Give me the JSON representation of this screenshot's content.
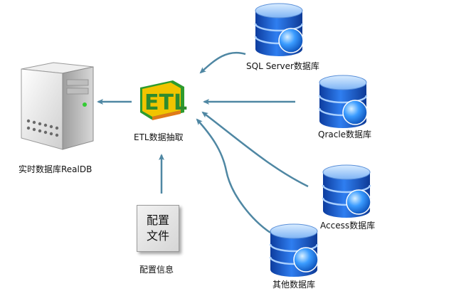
{
  "nodes": {
    "realdb": {
      "label": "实时数据库RealDB"
    },
    "etl": {
      "label": "ETL数据抽取",
      "logo_text": "ETL"
    },
    "config": {
      "line1": "配置",
      "line2": "文件",
      "caption": "配置信息"
    },
    "sources": [
      {
        "label": "SQL Server数据库"
      },
      {
        "label": "Qracle数据库"
      },
      {
        "label": "Access数据库"
      },
      {
        "label": "其他数据库"
      }
    ]
  },
  "colors": {
    "arrow": "#4f87a3",
    "db_body": "#1f5fd0",
    "db_light": "#9cc8ff",
    "globe": "#2a7fff",
    "etl_green": "#2e9b2e",
    "etl_yellow": "#f1c400",
    "etl_orange": "#e07a17"
  }
}
